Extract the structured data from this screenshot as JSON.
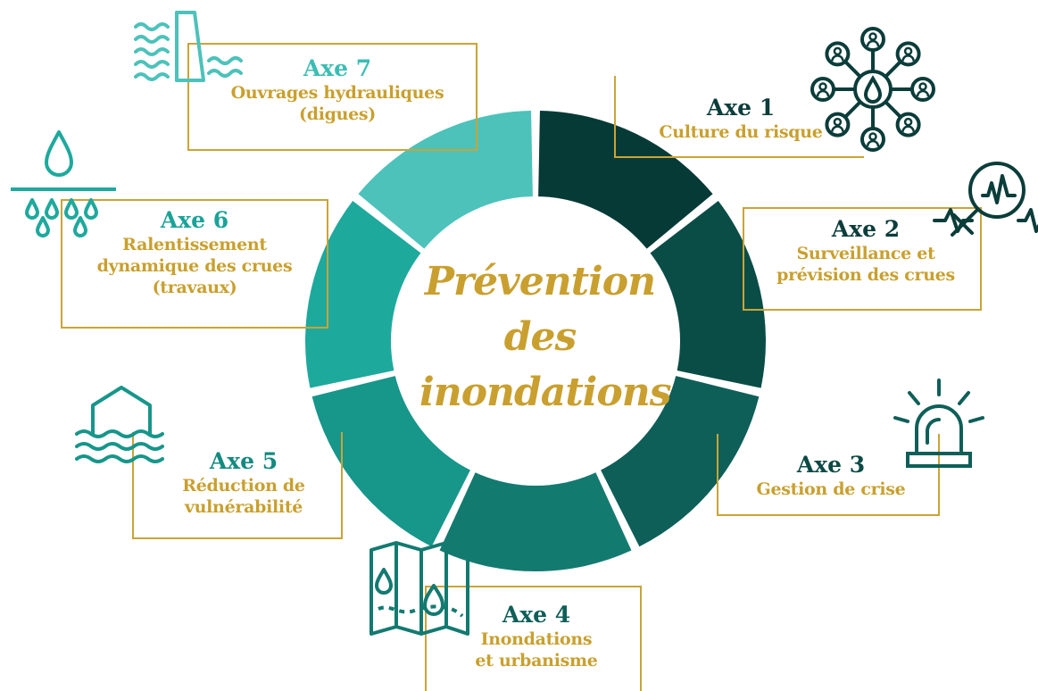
{
  "center": {
    "lines": [
      "Prévention",
      "des",
      "inondations"
    ]
  },
  "axes": [
    {
      "title": "Axe 1",
      "lines": [
        "Culture du risque"
      ],
      "title_color": "#0b3d3a",
      "segment_color": "#063a36",
      "icon": "network-drop-icon"
    },
    {
      "title": "Axe 2",
      "lines": [
        "Surveillance et",
        "prévision des crues"
      ],
      "title_color": "#0b3d3a",
      "segment_color": "#0a4d47",
      "icon": "magnifier-pulse-icon"
    },
    {
      "title": "Axe 3",
      "lines": [
        "Gestion de crise"
      ],
      "title_color": "#0b4a45",
      "segment_color": "#0e5f58",
      "icon": "alarm-siren-icon"
    },
    {
      "title": "Axe 4",
      "lines": [
        "Inondations",
        "et urbanisme"
      ],
      "title_color": "#0e5f58",
      "segment_color": "#137a70",
      "icon": "folded-map-icon"
    },
    {
      "title": "Axe 5",
      "lines": [
        "Réduction de",
        "vulnérabilité"
      ],
      "title_color": "#138a7f",
      "segment_color": "#17968a",
      "icon": "flooded-house-icon"
    },
    {
      "title": "Axe 6",
      "lines": [
        "Ralentissement",
        "dynamique des crues",
        "(travaux)"
      ],
      "title_color": "#1aa398",
      "segment_color": "#1ea99d",
      "icon": "water-drops-icon"
    },
    {
      "title": "Axe 7",
      "lines": [
        "Ouvrages hydrauliques",
        "(digues)"
      ],
      "title_color": "#3bbdb4",
      "segment_color": "#4cc2ba",
      "icon": "dam-icon"
    }
  ],
  "colors": {
    "gold": "#c9a02f",
    "frame": "#c9a437"
  }
}
